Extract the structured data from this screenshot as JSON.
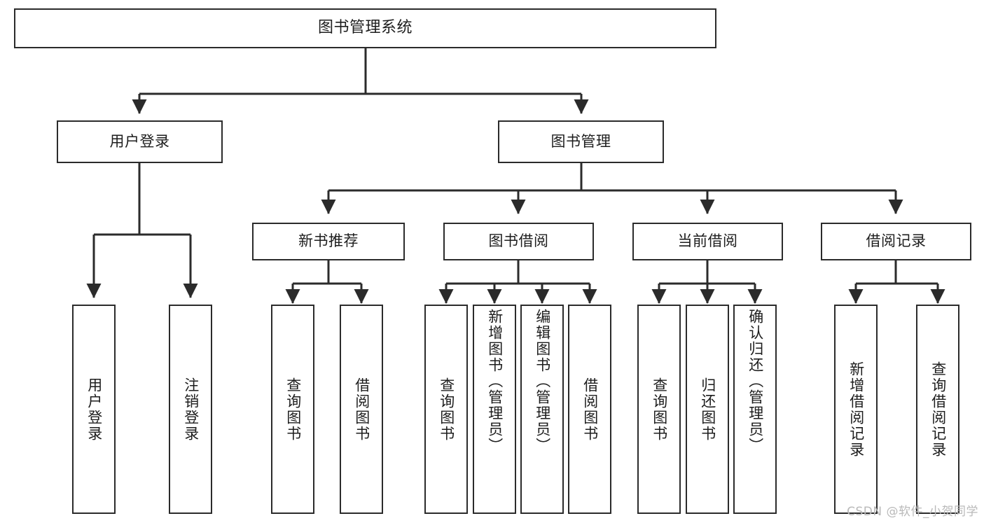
{
  "diagram": {
    "title": "图书管理系统",
    "watermark": "CSDN @软件_小贺同学",
    "line_color": "#2b2b2b",
    "box_fill": "#ffffff",
    "text_color": "#1d1d1d",
    "root": {
      "label": "图书管理系统"
    },
    "level2": [
      {
        "label": "用户登录"
      },
      {
        "label": "图书管理"
      }
    ],
    "level3": [
      {
        "label": "新书推荐"
      },
      {
        "label": "图书借阅"
      },
      {
        "label": "当前借阅"
      },
      {
        "label": "借阅记录"
      }
    ],
    "leaves": {
      "user_login": [
        {
          "label": "用户登录"
        },
        {
          "label": "注销登录"
        }
      ],
      "new_book_recommend": [
        {
          "label": "查询图书"
        },
        {
          "label": "借阅图书"
        }
      ],
      "book_borrow": [
        {
          "label": "查询图书"
        },
        {
          "label": "新增图书（管理员）"
        },
        {
          "label": "编辑图书（管理员）"
        },
        {
          "label": "借阅图书"
        }
      ],
      "current_borrow": [
        {
          "label": "查询图书"
        },
        {
          "label": "归还图书"
        },
        {
          "label": "确认归还（管理员）"
        }
      ],
      "borrow_record": [
        {
          "label": "新增借阅记录"
        },
        {
          "label": "查询借阅记录"
        }
      ]
    }
  }
}
